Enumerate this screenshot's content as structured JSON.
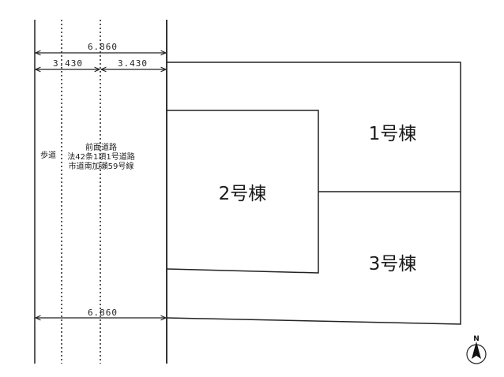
{
  "diagram": {
    "type": "site-plan",
    "dimensions": {
      "top_total": "6.860",
      "top_left": "3.430",
      "top_right": "3.430",
      "bottom_total": "6.860"
    },
    "labels": {
      "sidewalk": "歩道",
      "road_line1": "前面道路",
      "road_line2": "法42条1項1号道路",
      "road_line3": "市道南加瀬59号線"
    },
    "buildings": [
      {
        "id": 1,
        "label": "1号棟"
      },
      {
        "id": 2,
        "label": "2号棟"
      },
      {
        "id": 3,
        "label": "3号棟"
      }
    ],
    "compass": {
      "label": "N",
      "icon": "north-arrow-icon"
    },
    "colors": {
      "line": "#1a1a1a",
      "background": "#ffffff"
    }
  }
}
